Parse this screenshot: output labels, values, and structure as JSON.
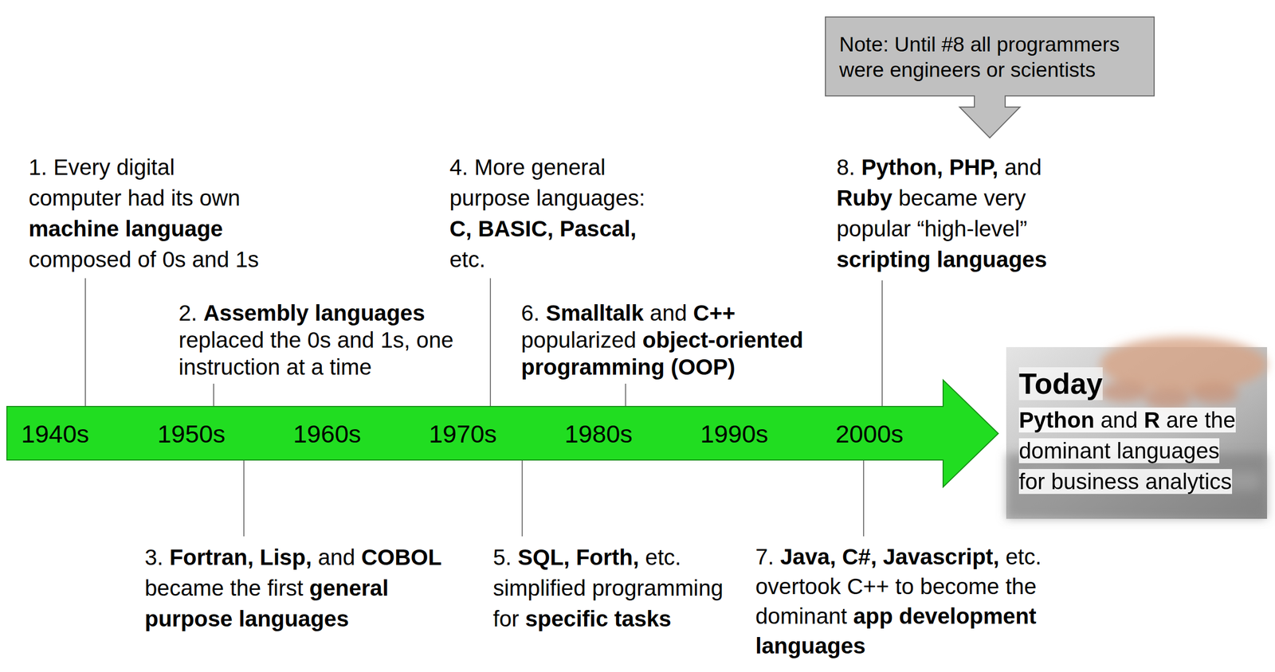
{
  "diagram": {
    "nodes": [
      {
        "text": [
          "Note: Until #8 all programmers were engineers or scientists"
        ]
      },
      {
        "text": [
          "1940s",
          "1950s",
          "1960s",
          "1970s",
          "1980s",
          "1990s",
          "2000s"
        ]
      },
      {
        "text": [
          "Today",
          "Python and R are the dominant languages for business analytics"
        ]
      }
    ],
    "labels": [
      "1. Every digital computer had its own machine language composed of 0s and 1s",
      "2. Assembly languages replaced the 0s and 1s, one instruction at a time",
      "3. Fortran, Lisp, and COBOL became the first general purpose languages",
      "4. More general purpose languages: C, BASIC, Pascal, etc.",
      "5. SQL, Forth, etc. simplified programming for specific tasks",
      "6. Smalltalk and C++ popularized object-oriented programming (OOP)",
      "7. Java, C#, Javascript, etc. overtook C++ to become the dominant app development languages",
      "8. Python, PHP, and Ruby became very popular “high-level” scripting languages"
    ]
  }
}
